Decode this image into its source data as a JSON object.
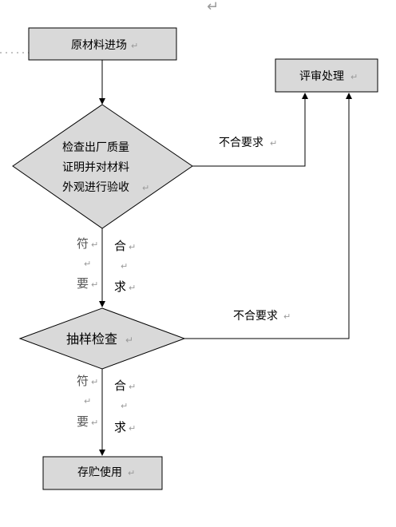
{
  "diagram": {
    "nodes": {
      "raw_material": {
        "label": "原材料进场"
      },
      "review": {
        "label": "评审处理"
      },
      "inspect_decision": {
        "lines": [
          "检查出厂质量",
          "证明并对材料",
          "外观进行验收"
        ]
      },
      "sampling_decision": {
        "label": "抽样检查"
      },
      "storage": {
        "label": "存贮使用"
      }
    },
    "edges": {
      "fail_1": {
        "label": "不合要求"
      },
      "fail_2": {
        "label": "不合要求"
      },
      "pass_1": {
        "left": [
          "符",
          "要"
        ],
        "right": [
          "合",
          "求"
        ]
      },
      "pass_2": {
        "left": [
          "符",
          "要"
        ],
        "right": [
          "合",
          "求"
        ]
      }
    },
    "return_mark": "↵"
  }
}
